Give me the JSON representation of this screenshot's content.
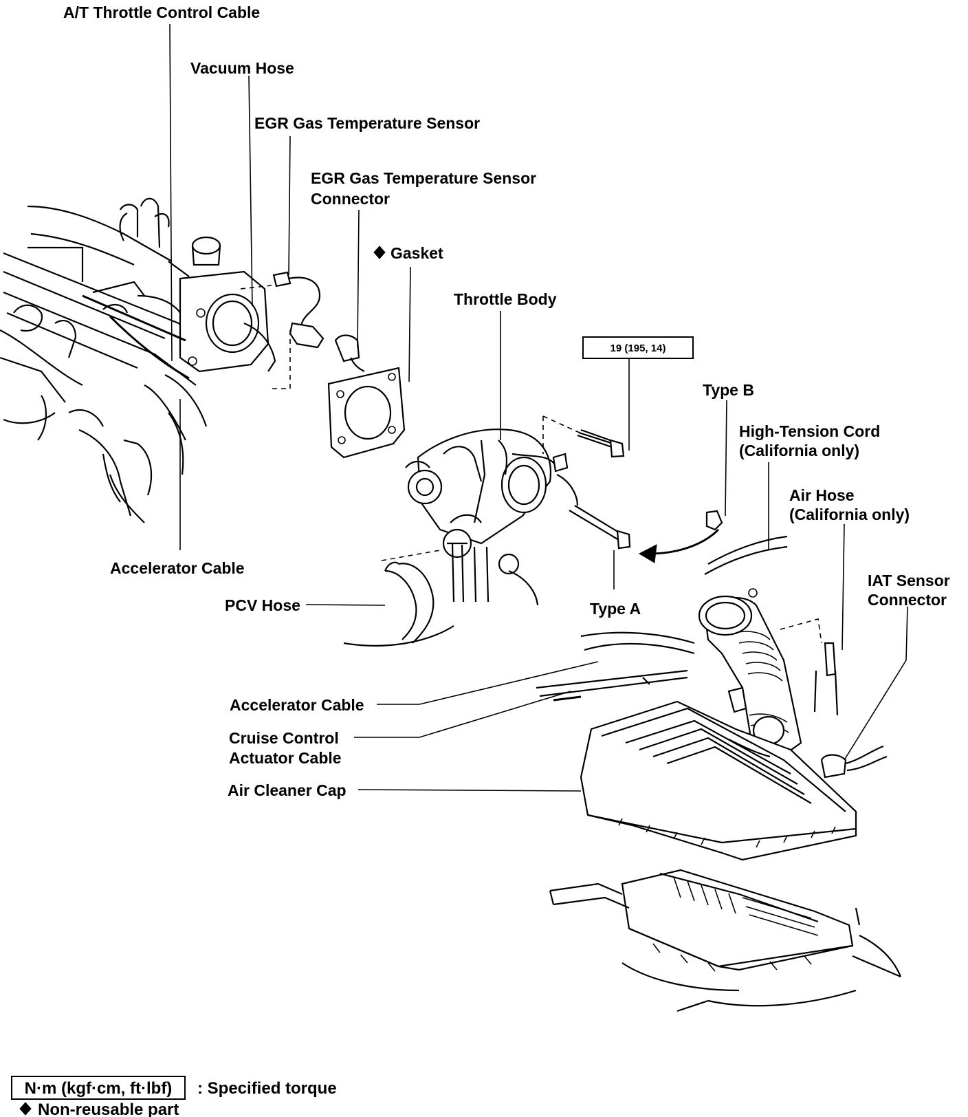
{
  "labels": {
    "at_throttle_cable": "A/T Throttle Control Cable",
    "vacuum_hose": "Vacuum Hose",
    "egr_sensor": "EGR Gas Temperature Sensor",
    "egr_connector_line1": "EGR Gas Temperature Sensor",
    "egr_connector_line2": "Connector",
    "gasket": "Gasket",
    "throttle_body": "Throttle Body",
    "torque_spec": "19 (195, 14)",
    "type_b": "Type B",
    "high_tension_line1": "High-Tension Cord",
    "high_tension_line2": "(California only)",
    "air_hose_line1": "Air Hose",
    "air_hose_line2": "(California only)",
    "iat_line1": "IAT Sensor",
    "iat_line2": "Connector",
    "accelerator_cable_top": "Accelerator Cable",
    "pcv_hose": "PCV Hose",
    "type_a": "Type A",
    "accelerator_cable_bottom": "Accelerator Cable",
    "cruise_line1": "Cruise Control",
    "cruise_line2": "Actuator Cable",
    "air_cleaner_cap": "Air Cleaner Cap"
  },
  "legend": {
    "torque_unit": "N·m (kgf·cm, ft·lbf)",
    "torque_desc": ": Specified torque",
    "non_reusable": "Non-reusable part"
  },
  "icons": {
    "non_reusable_marker": "black-diamond-icon"
  }
}
